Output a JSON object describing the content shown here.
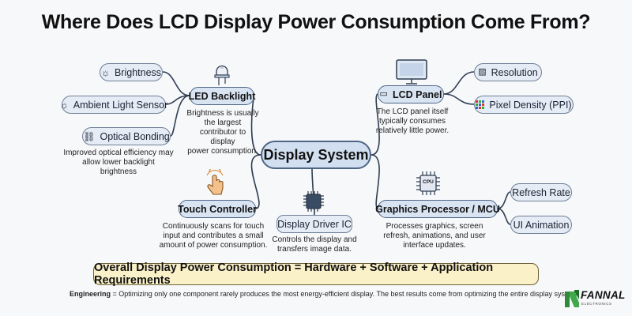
{
  "title": "Where Does LCD Display Power Consumption Come From?",
  "center": "Display System",
  "left_top": {
    "hub": "LED Backlight",
    "hub_desc": [
      "Brightness is usually",
      "the largest",
      "contributor to display",
      "power consumption."
    ],
    "leaves": [
      {
        "label": "Brightness",
        "icon": "sun-icon"
      },
      {
        "label": "Ambient Light Sensor",
        "icon": "sun-icon"
      },
      {
        "label": "Optical Bonding",
        "icon": "link-icon"
      }
    ],
    "leaf_desc": [
      "Improved optical efficiency may",
      "allow lower backlight brightness"
    ]
  },
  "right_top": {
    "hub": "LCD Panel",
    "hub_desc": [
      "The LCD panel itself",
      "typically consumes",
      "relatively little power."
    ],
    "leaves": [
      {
        "label": "Resolution",
        "icon": "image-icon"
      },
      {
        "label": "Pixel Density (PPI)",
        "icon": "pixel-grid-icon"
      }
    ]
  },
  "left_bottom": {
    "hub": "Touch Controller",
    "hub_desc": [
      "Continuously scans for touch",
      "input and contributes a small",
      "amount of power consumption."
    ]
  },
  "bottom_center": {
    "hub": "Display Driver IC",
    "hub_desc": [
      "Controls the display and",
      "transfers image data."
    ]
  },
  "right_bottom": {
    "hub": "Graphics Processor / MCU",
    "chip_label": "CPU",
    "hub_desc": [
      "Processes graphics, screen",
      "refresh, animations, and user",
      "interface updates."
    ],
    "leaves": [
      {
        "label": "Refresh Rate"
      },
      {
        "label": "UI Animation"
      }
    ]
  },
  "summary": "Overall Display Power Consumption = Hardware + Software + Application Requirements",
  "footer": {
    "bold": "Engineering",
    "text": " = Optimizing only one component rarely produces the most energy-efficient display. The best results come from optimizing the entire display system."
  },
  "logo": {
    "word": "FANNAL",
    "sub": "ELECTRONICS"
  },
  "colors": {
    "line": "#2f3d52",
    "summary_bg": "#fbf1c9",
    "node_bg": "#e6ecf5",
    "logo_green": "#2e8b3a"
  }
}
